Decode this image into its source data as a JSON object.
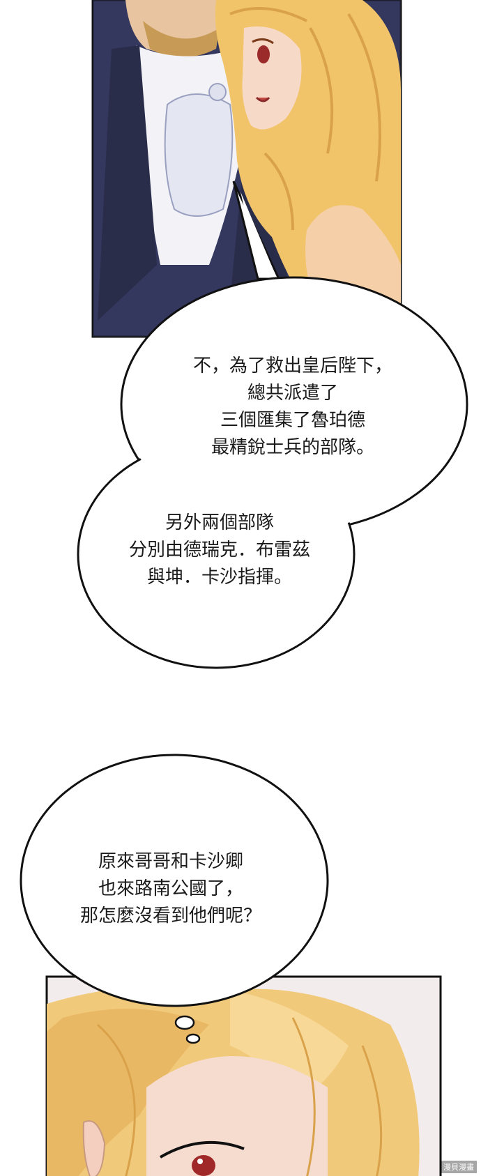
{
  "bubbles": {
    "first": {
      "lines": [
        "不，為了救出皇后陛下，",
        "總共派遣了",
        "三個匯集了魯珀德",
        "最精銳士兵的部隊。"
      ]
    },
    "second": {
      "lines": [
        "另外兩個部隊",
        "分別由德瑞克．布雷茲",
        "與坤．卡沙指揮。"
      ]
    },
    "third": {
      "lines": [
        "原來哥哥和卡沙卿",
        "也來路南公國了，",
        "那怎麼沒看到他們呢？"
      ]
    }
  },
  "watermark": "漫貝漫畫",
  "colors": {
    "suit": "#3a3f6a",
    "hair": "#f0c46a",
    "skin": "#f6d2c2",
    "ink": "#111111"
  }
}
